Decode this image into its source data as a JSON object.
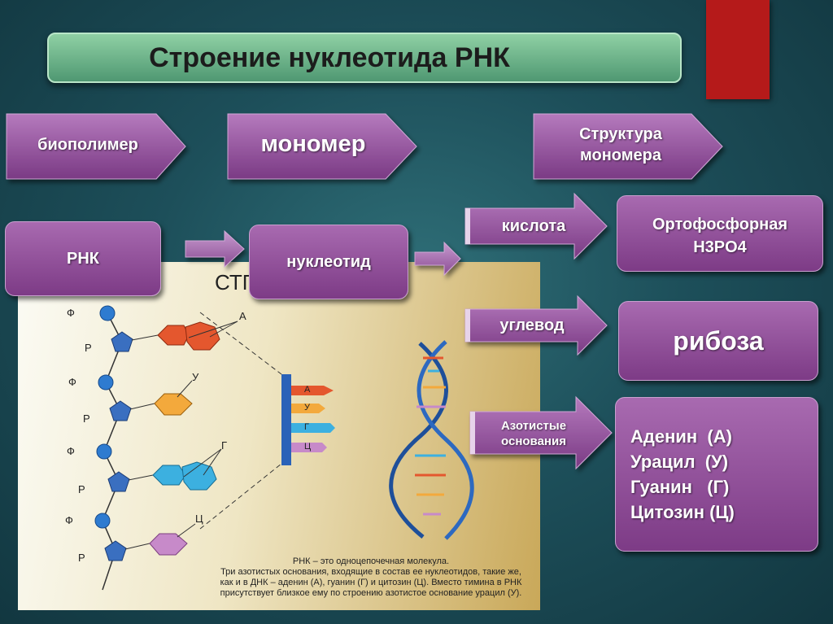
{
  "title": "Строение нуклеотида РНК",
  "headers": {
    "biopolymer": "биополимер",
    "monomer": "мономер",
    "structure_line1": "Структура",
    "structure_line2": "мономера"
  },
  "rna": "РНК",
  "nucleotide": "нуклеотид",
  "acid": {
    "label": "кислота",
    "value_line1": "Ортофосфорная",
    "value_formula": "H3PO4"
  },
  "carbohydrate": {
    "label": "углевод",
    "value": "рибоза"
  },
  "bases": {
    "label_line1": "Азотистые",
    "label_line2": "основания",
    "items": [
      "Аденин  (А)",
      "Урацил  (У)",
      "Гуанин   (Г)",
      "Цитозин (Ц)"
    ]
  },
  "diagram": {
    "heading_partial": "СТГ",
    "phosphate_label": "Ф",
    "sugar_label": "Р",
    "base_labels": [
      "А",
      "У",
      "Г",
      "Ц"
    ],
    "caption": [
      "РНК  – это одноцепочечная молекула.",
      "Три азотистых основания, входящие в состав ее нуклеотидов, такие же,",
      "как и в ДНК –  аденин (А), гуанин (Г) и цитозин (Ц).  Вместо тимина в РНК",
      "присутствует близкое ему по строению азотистое основание урацил (У)."
    ]
  },
  "colors": {
    "purple": "#8e4a97",
    "title_green": "#6bb88a",
    "red_block": "#b51a1a",
    "base_A": "#e4572e",
    "base_U": "#f3a93c",
    "base_G": "#3cb0e0",
    "base_C": "#c78ac9",
    "phosphate": "#2e7bd0",
    "sugar": "#3a6fc0"
  }
}
